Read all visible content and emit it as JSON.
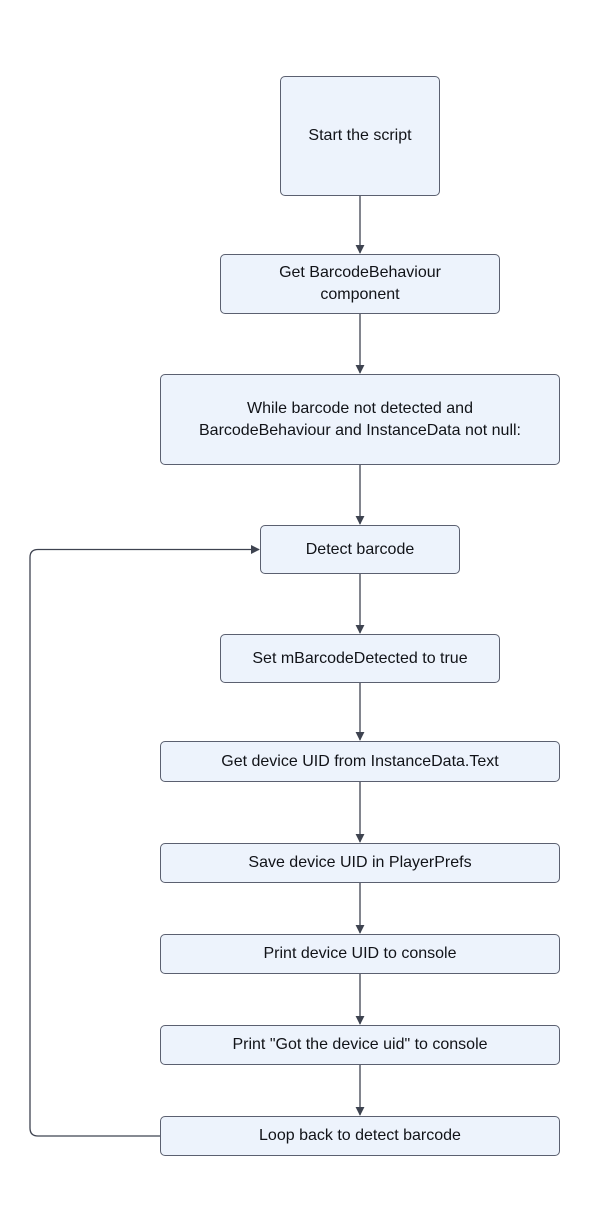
{
  "colors": {
    "node_fill": "#edf3fc",
    "node_border": "#5b6070",
    "connector": "#3e4350",
    "text": "#111318"
  },
  "flowchart": {
    "steps": [
      {
        "id": "start",
        "label": "Start the script"
      },
      {
        "id": "get-component",
        "label": "Get BarcodeBehaviour\ncomponent"
      },
      {
        "id": "while-loop",
        "label": "While barcode not detected and\nBarcodeBehaviour and InstanceData not null:"
      },
      {
        "id": "detect",
        "label": "Detect barcode"
      },
      {
        "id": "set-flag",
        "label": "Set mBarcodeDetected to true"
      },
      {
        "id": "get-uid",
        "label": "Get device UID from InstanceData.Text"
      },
      {
        "id": "save-uid",
        "label": "Save device UID in PlayerPrefs"
      },
      {
        "id": "print-uid",
        "label": "Print device UID to console"
      },
      {
        "id": "print-msg",
        "label": "Print \"Got the device uid\" to console"
      },
      {
        "id": "loop-back",
        "label": "Loop back to detect barcode"
      }
    ],
    "edges": [
      {
        "from": "start",
        "to": "get-component"
      },
      {
        "from": "get-component",
        "to": "while-loop"
      },
      {
        "from": "while-loop",
        "to": "detect"
      },
      {
        "from": "detect",
        "to": "set-flag"
      },
      {
        "from": "set-flag",
        "to": "get-uid"
      },
      {
        "from": "get-uid",
        "to": "save-uid"
      },
      {
        "from": "save-uid",
        "to": "print-uid"
      },
      {
        "from": "print-uid",
        "to": "print-msg"
      },
      {
        "from": "print-msg",
        "to": "loop-back"
      },
      {
        "from": "loop-back",
        "to": "detect",
        "kind": "loop"
      }
    ]
  }
}
